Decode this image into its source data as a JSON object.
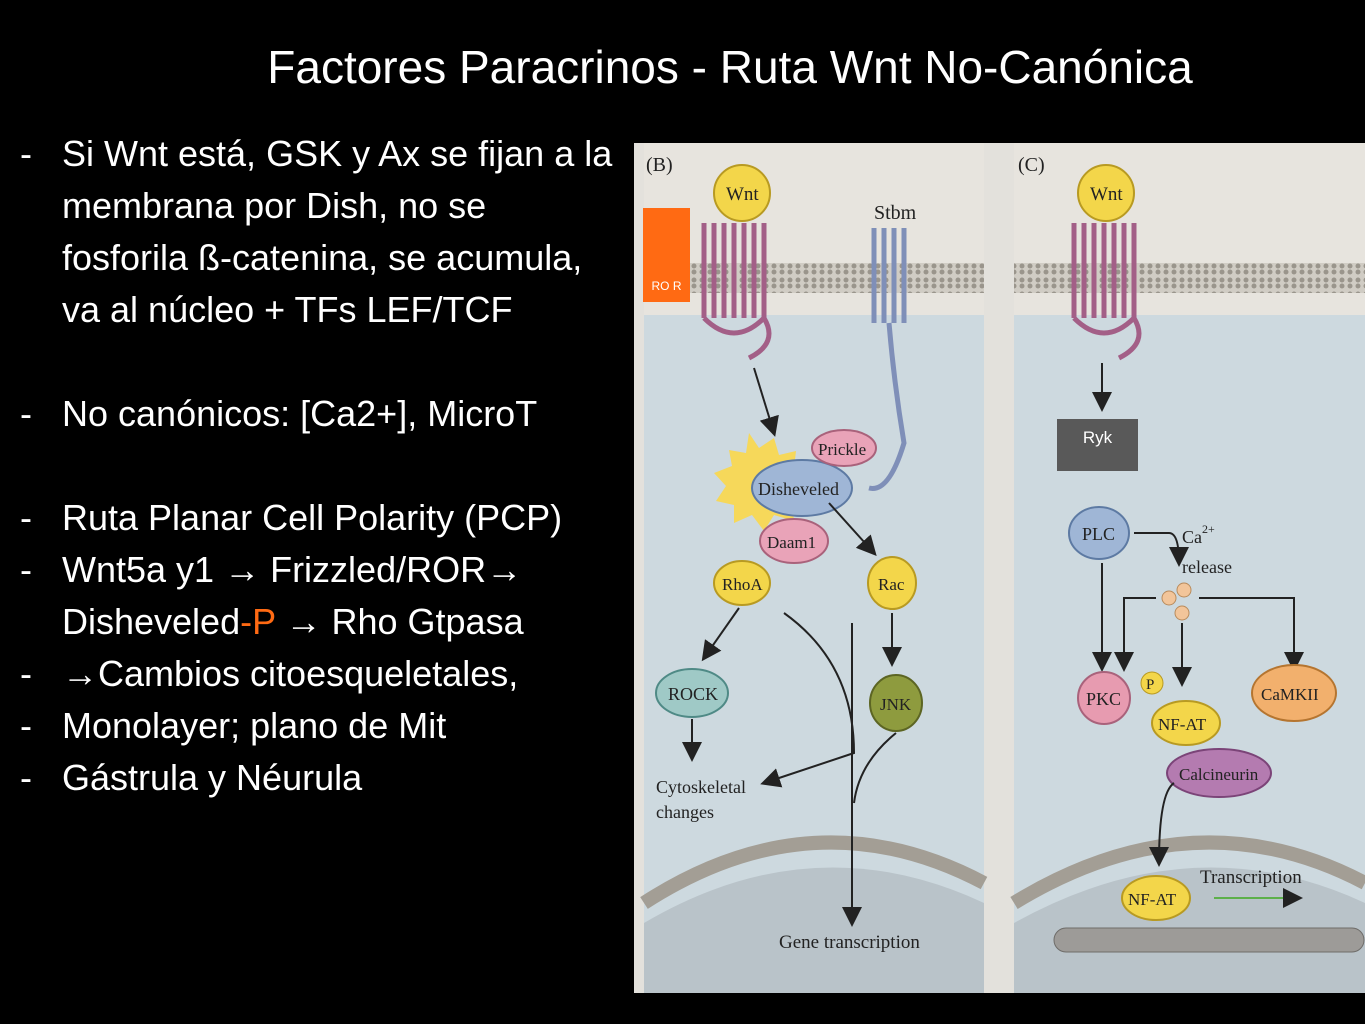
{
  "slide": {
    "title": "Factores Paracrinos  - Ruta Wnt No-Canónica",
    "bullets": [
      {
        "dash": "-",
        "text": "Si Wnt está, GSK y Ax se fijan a la membrana por Dish, no se fosforila ß-catenina, se acumula, va al núcleo +  TFs LEF/TCF"
      },
      {
        "dash": "-",
        "text": "No canónicos: [Ca2+], MicroT"
      },
      {
        "dash": "-",
        "text": "Ruta Planar Cell Polarity (PCP)"
      },
      {
        "dash": "-",
        "text_a": "Wnt5a y1 ",
        "arrow1": "→",
        "text_b": " Frizzled/ROR",
        "arrow2": "→",
        "text_c": " Disheveled",
        "accent": "-P",
        "arrow3": "→",
        "text_d": " Rho Gtpasa"
      },
      {
        "dash": "-",
        "arrow": "→",
        "text": "Cambios citoesqueletales,"
      },
      {
        "dash": "-",
        "text": "Monolayer;  plano de Mit"
      },
      {
        "dash": "-",
        "text": "Gástrula y Néurula"
      }
    ]
  },
  "figure": {
    "panel_b": {
      "label": "(B)",
      "wnt": "Wnt",
      "stbm": "Stbm",
      "prickle": "Prickle",
      "disheveled": "Disheveled",
      "daam1": "Daam1",
      "rhoa": "RhoA",
      "rac": "Rac",
      "rock": "ROCK",
      "jnk": "JNK",
      "cytoskeletal_1": "Cytoskeletal",
      "cytoskeletal_2": "changes",
      "gene_transcription": "Gene transcription"
    },
    "panel_c": {
      "label": "(C)",
      "wnt": "Wnt",
      "plc": "PLC",
      "ca_release_1": "Ca",
      "ca_release_sup": "2+",
      "ca_release_2": "release",
      "pkc": "PKC",
      "p": "P",
      "nfat": "NF-AT",
      "camkii": "CaMKII",
      "calcineurin": "Calcineurin",
      "nfat_nucleus": "NF-AT",
      "transcription": "Transcription"
    },
    "overlays": {
      "ror": "RO R",
      "ryk": "Ryk"
    },
    "colors": {
      "wnt_yellow": "#f3d64a",
      "disheveled_blue": "#9fb6d6",
      "pink": "#e9a3b8",
      "rock_teal": "#9fc9c6",
      "jnk_green": "#8e9b3e",
      "pkc_pink": "#e79bb0",
      "camkii_orange": "#f2b06d",
      "calcineurin_purple": "#b47bb0",
      "receptor_purple": "#a35f87",
      "stbm_blue": "#7f8fb8",
      "overlay_orange": "#ff6a13",
      "overlay_gray": "#595959"
    }
  }
}
